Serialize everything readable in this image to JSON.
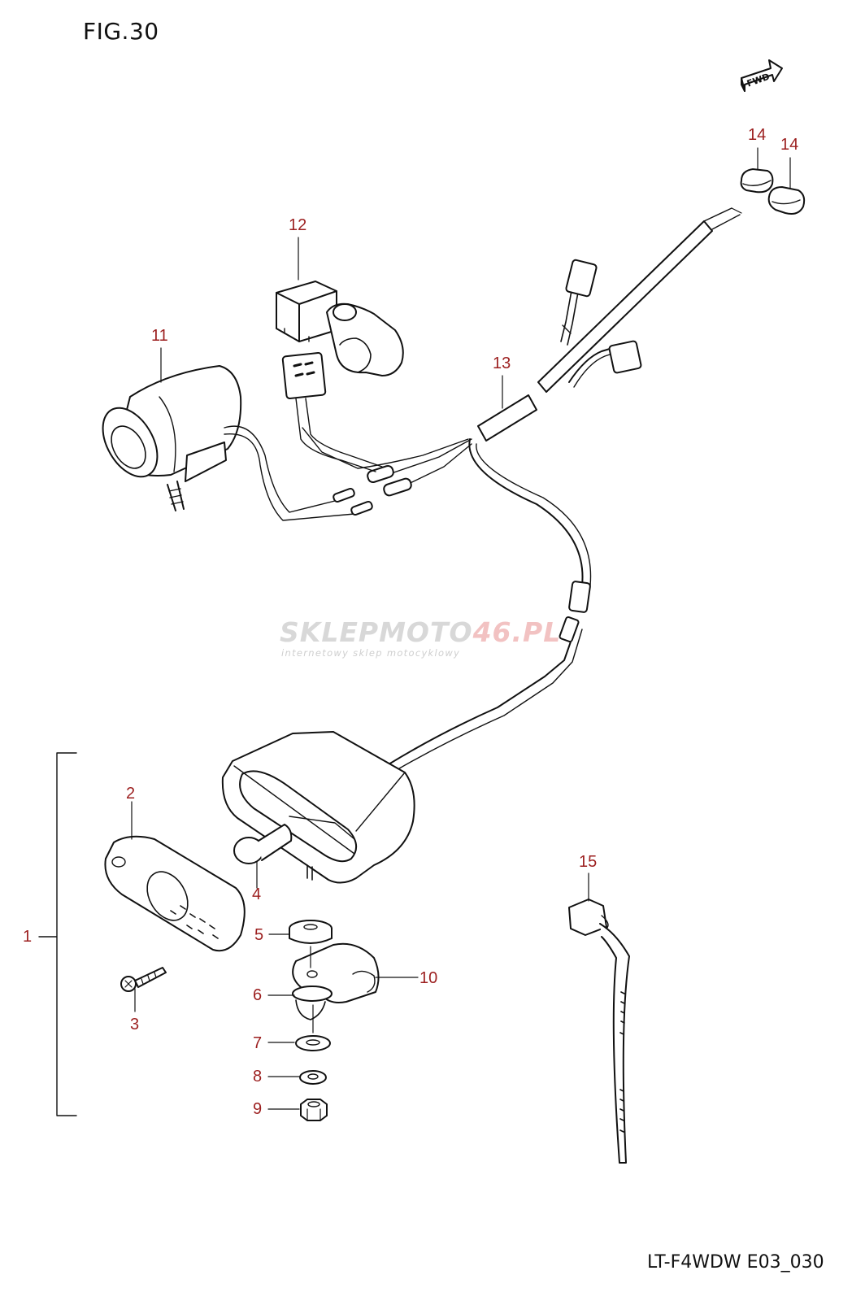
{
  "figure": {
    "title": "FIG.30",
    "code": "LT-F4WDW E03_030"
  },
  "watermark": {
    "brand_a": "SKLEPMOTO",
    "brand_b": "46.PL",
    "tagline": "internetowy sklep motocyklowy"
  },
  "direction_marker": {
    "label": "FWD"
  },
  "callouts": [
    {
      "id": "c1",
      "label": "1"
    },
    {
      "id": "c2",
      "label": "2"
    },
    {
      "id": "c3",
      "label": "3"
    },
    {
      "id": "c4",
      "label": "4"
    },
    {
      "id": "c5",
      "label": "5"
    },
    {
      "id": "c6",
      "label": "6"
    },
    {
      "id": "c7",
      "label": "7"
    },
    {
      "id": "c8",
      "label": "8"
    },
    {
      "id": "c9",
      "label": "9"
    },
    {
      "id": "c10",
      "label": "10"
    },
    {
      "id": "c11",
      "label": "11"
    },
    {
      "id": "c12",
      "label": "12"
    },
    {
      "id": "c13",
      "label": "13"
    },
    {
      "id": "c14a",
      "label": "14"
    },
    {
      "id": "c14b",
      "label": "14"
    },
    {
      "id": "c15",
      "label": "15"
    }
  ],
  "colors": {
    "line": "#111111",
    "callout": "#9c1f1f",
    "watermark": "#d8d8d8",
    "watermark_accent": "#f2c2c2"
  }
}
